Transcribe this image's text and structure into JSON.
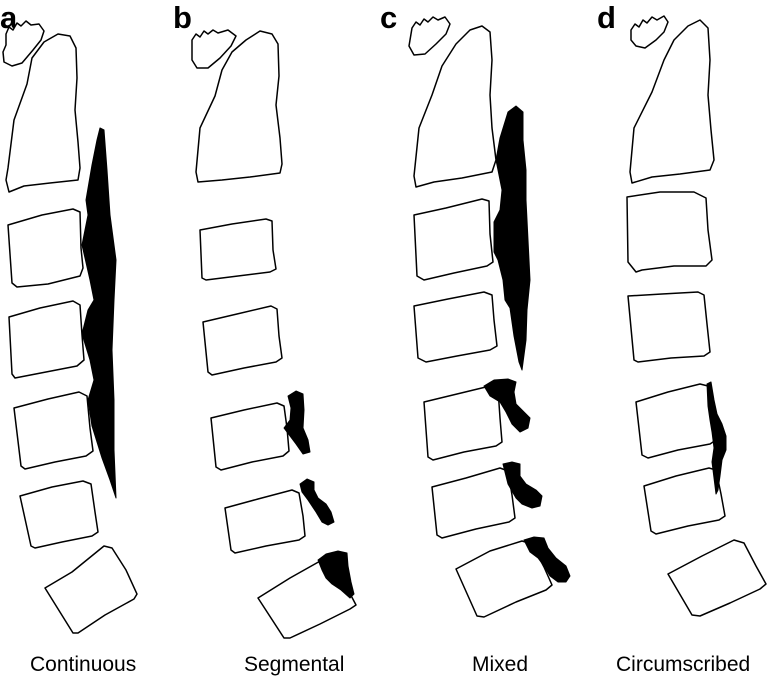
{
  "panels": [
    {
      "letter": "a",
      "caption": "Continuous"
    },
    {
      "letter": "b",
      "caption": "Segmental"
    },
    {
      "letter": "c",
      "caption": "Mixed"
    },
    {
      "letter": "d",
      "caption": "Circumscribed"
    }
  ],
  "colors": {
    "bone_fill": "#ffffff",
    "outline": "#000000",
    "ossification": "#000000"
  }
}
